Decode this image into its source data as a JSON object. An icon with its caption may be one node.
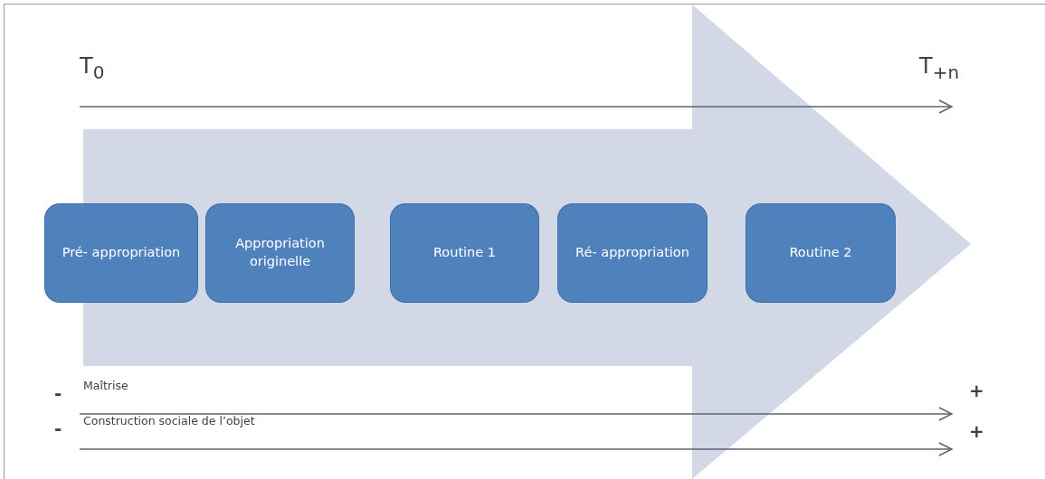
{
  "diagram": {
    "nodes": [
      {
        "text": [
          "Pré- appropriation"
        ]
      },
      {
        "text": [
          "Appropriation originelle"
        ]
      },
      {
        "text": [
          "Routine 1"
        ]
      },
      {
        "text": [
          "Ré- appropriation"
        ]
      },
      {
        "text": [
          "Routine 2"
        ]
      }
    ],
    "labels": [
      "T$_{0}$",
      "T$_{+n}$",
      "-",
      "Maîtrise",
      "+",
      "-",
      "Construction sociale de l’objet",
      "+"
    ]
  }
}
